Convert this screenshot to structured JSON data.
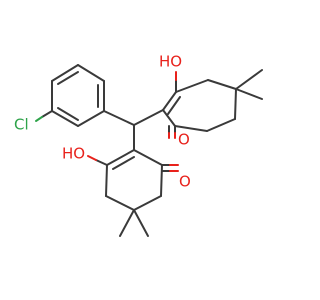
{
  "molecule": {
    "atom_labels": {
      "cl": "Cl",
      "oh_top": "HO",
      "o_top": "O",
      "oh_bottom": "HO",
      "o_bottom": "O"
    },
    "colors": {
      "carbon_bond": "#3a3a3a",
      "oxygen": "#e8221c",
      "chlorine": "#2ea34a",
      "background": "#ffffff"
    }
  }
}
